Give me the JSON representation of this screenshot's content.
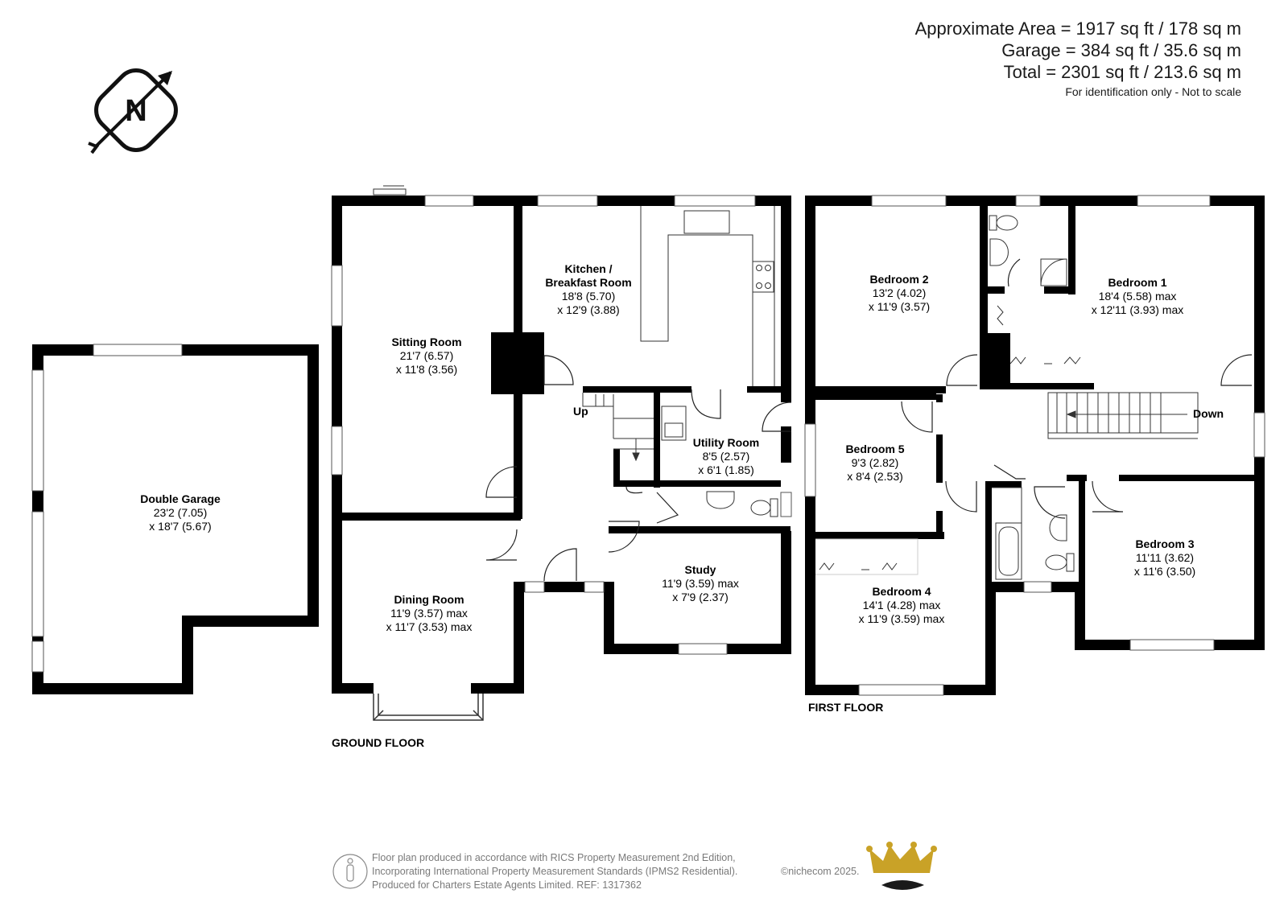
{
  "area": {
    "approx": "Approximate Area = 1917 sq ft / 178 sq m",
    "garage": "Garage = 384 sq ft / 35.6 sq m",
    "total": "Total = 2301 sq ft / 213.6 sq m",
    "note": "For identification only - Not to scale"
  },
  "compass": {
    "letter": "N",
    "icon": "north-arrow-icon"
  },
  "floors": {
    "ground": "GROUND FLOOR",
    "first": "FIRST FLOOR"
  },
  "rooms": {
    "garage": {
      "name": "Double Garage",
      "dim1": "23'2 (7.05)",
      "dim2": "x 18'7 (5.67)"
    },
    "sitting": {
      "name": "Sitting Room",
      "dim1": "21'7 (6.57)",
      "dim2": "x 11'8 (3.56)"
    },
    "kitchen": {
      "name1": "Kitchen /",
      "name2": "Breakfast Room",
      "dim1": "18'8 (5.70)",
      "dim2": "x 12'9 (3.88)"
    },
    "utility": {
      "name": "Utility Room",
      "dim1": "8'5 (2.57)",
      "dim2": "x 6'1 (1.85)"
    },
    "dining": {
      "name": "Dining Room",
      "dim1": "11'9 (3.57) max",
      "dim2": "x 11'7 (3.53) max"
    },
    "study": {
      "name": "Study",
      "dim1": "11'9 (3.59) max",
      "dim2": "x 7'9 (2.37)"
    },
    "bed2": {
      "name": "Bedroom 2",
      "dim1": "13'2 (4.02)",
      "dim2": "x 11'9 (3.57)"
    },
    "bed1": {
      "name": "Bedroom 1",
      "dim1": "18'4 (5.58) max",
      "dim2": "x 12'11 (3.93) max"
    },
    "bed5": {
      "name": "Bedroom 5",
      "dim1": "9'3 (2.82)",
      "dim2": "x 8'4 (2.53)"
    },
    "bed4": {
      "name": "Bedroom 4",
      "dim1": "14'1 (4.28) max",
      "dim2": "x 11'9 (3.59) max"
    },
    "bed3": {
      "name": "Bedroom 3",
      "dim1": "11'11 (3.62)",
      "dim2": "x 11'6 (3.50)"
    }
  },
  "stairs": {
    "up": "Up",
    "down": "Down"
  },
  "footer": {
    "line1": "Floor plan produced in accordance with RICS Property Measurement 2nd Edition,",
    "line2": "Incorporating International Property Measurement Standards (IPMS2 Residential).",
    "line3": "Produced for Charters Estate Agents Limited.   REF: 1317362",
    "copyright": "©nichecom 2025."
  },
  "colors": {
    "wall": "#000000",
    "text": "#1a1a1a",
    "footer": "#7a7a7a",
    "crown": "#c9a227"
  }
}
